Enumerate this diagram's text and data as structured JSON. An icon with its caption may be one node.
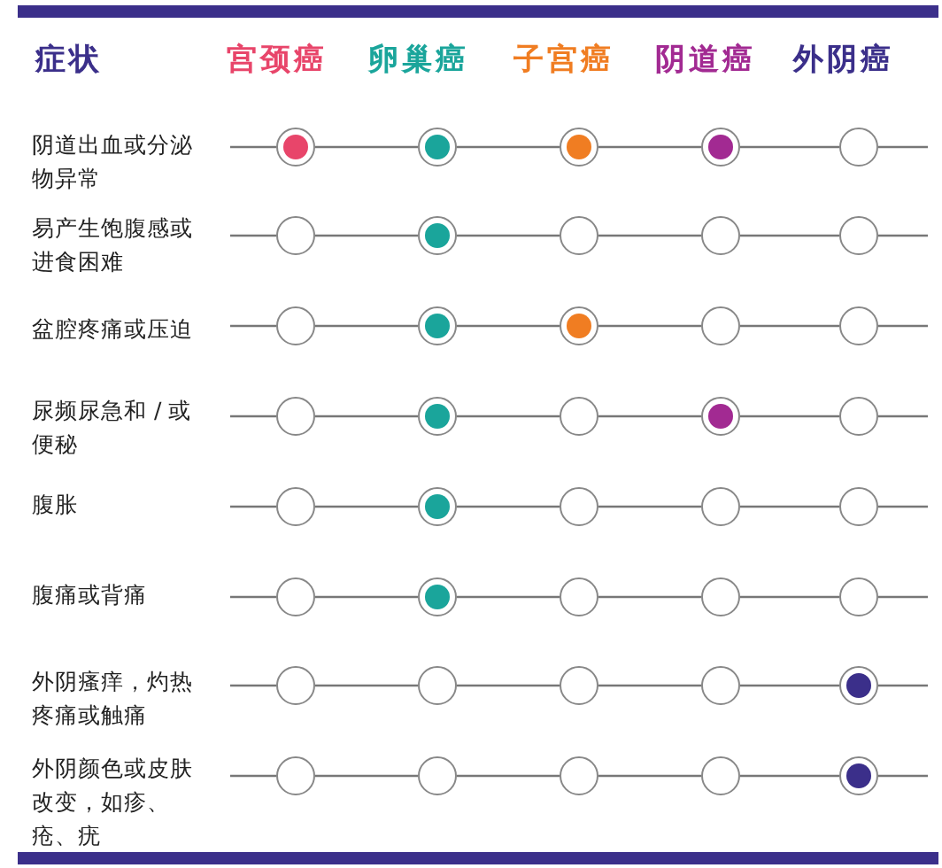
{
  "diagram": {
    "nodes": [
      {
        "text": [],
        "shape": "dot"
      },
      {
        "text": [],
        "shape": "dot"
      },
      {
        "text": [],
        "shape": "dot"
      },
      {
        "text": [],
        "shape": "dot"
      },
      {
        "text": [],
        "shape": "circle"
      },
      {
        "text": [],
        "shape": "circle"
      },
      {
        "text": [],
        "shape": "dot"
      },
      {
        "text": [],
        "shape": "circle"
      },
      {
        "text": [],
        "shape": "circle"
      },
      {
        "text": [],
        "shape": "circle"
      },
      {
        "text": [],
        "shape": "circle"
      },
      {
        "text": [],
        "shape": "dot"
      },
      {
        "text": [],
        "shape": "dot"
      },
      {
        "text": [],
        "shape": "circle"
      },
      {
        "text": [],
        "shape": "circle"
      },
      {
        "text": [],
        "shape": "circle"
      },
      {
        "text": [],
        "shape": "dot"
      },
      {
        "text": [],
        "shape": "circle"
      },
      {
        "text": [],
        "shape": "dot"
      },
      {
        "text": [],
        "shape": "circle"
      },
      {
        "text": [],
        "shape": "circle"
      },
      {
        "text": [],
        "shape": "dot"
      },
      {
        "text": [],
        "shape": "circle"
      },
      {
        "text": [],
        "shape": "circle"
      },
      {
        "text": [],
        "shape": "circle"
      },
      {
        "text": [],
        "shape": "circle"
      },
      {
        "text": [],
        "shape": "dot"
      },
      {
        "text": [],
        "shape": "circle"
      },
      {
        "text": [],
        "shape": "circle"
      },
      {
        "text": [],
        "shape": "circle"
      },
      {
        "text": [],
        "shape": "circle"
      },
      {
        "text": [],
        "shape": "circle"
      },
      {
        "text": [],
        "shape": "circle"
      },
      {
        "text": [],
        "shape": "circle"
      },
      {
        "text": [],
        "shape": "dot"
      },
      {
        "text": [],
        "shape": "circle"
      },
      {
        "text": [],
        "shape": "circle"
      },
      {
        "text": [],
        "shape": "circle"
      },
      {
        "text": [],
        "shape": "circle"
      },
      {
        "text": [],
        "shape": "dot"
      }
    ],
    "edges": [
      {
        "from": null,
        "to": 0,
        "arrow": "none"
      },
      {
        "from": 0,
        "to": 1,
        "arrow": "none"
      },
      {
        "from": 1,
        "to": 2,
        "arrow": "none"
      },
      {
        "from": 2,
        "to": 3,
        "arrow": "none"
      },
      {
        "from": 3,
        "to": 4,
        "arrow": "none"
      },
      {
        "from": 4,
        "to": null,
        "arrow": "none"
      },
      {
        "from": null,
        "to": 5,
        "arrow": "none"
      },
      {
        "from": 5,
        "to": 6,
        "arrow": "none"
      },
      {
        "from": 6,
        "to": 7,
        "arrow": "none"
      },
      {
        "from": 7,
        "to": 8,
        "arrow": "none"
      },
      {
        "from": 8,
        "to": 9,
        "arrow": "none"
      },
      {
        "from": 9,
        "to": null,
        "arrow": "none"
      },
      {
        "from": null,
        "to": 10,
        "arrow": "none"
      },
      {
        "from": 10,
        "to": 11,
        "arrow": "none"
      },
      {
        "from": 11,
        "to": 12,
        "arrow": "none"
      },
      {
        "from": 12,
        "to": 13,
        "arrow": "none"
      },
      {
        "from": 13,
        "to": 14,
        "arrow": "none"
      },
      {
        "from": 14,
        "to": null,
        "arrow": "none"
      },
      {
        "from": null,
        "to": 15,
        "arrow": "none"
      },
      {
        "from": 15,
        "to": 16,
        "arrow": "none"
      },
      {
        "from": 16,
        "to": 17,
        "arrow": "none"
      },
      {
        "from": 17,
        "to": 18,
        "arrow": "none"
      },
      {
        "from": 18,
        "to": 19,
        "arrow": "none"
      },
      {
        "from": 19,
        "to": null,
        "arrow": "none"
      },
      {
        "from": null,
        "to": 20,
        "arrow": "none"
      },
      {
        "from": 20,
        "to": 21,
        "arrow": "none"
      },
      {
        "from": 21,
        "to": 22,
        "arrow": "none"
      },
      {
        "from": 22,
        "to": 23,
        "arrow": "none"
      },
      {
        "from": 23,
        "to": 24,
        "arrow": "none"
      },
      {
        "from": 24,
        "to": null,
        "arrow": "none"
      },
      {
        "from": null,
        "to": 25,
        "arrow": "none"
      },
      {
        "from": 25,
        "to": 26,
        "arrow": "none"
      },
      {
        "from": 26,
        "to": 27,
        "arrow": "none"
      },
      {
        "from": 27,
        "to": 28,
        "arrow": "none"
      },
      {
        "from": 28,
        "to": 29,
        "arrow": "none"
      },
      {
        "from": 29,
        "to": null,
        "arrow": "none"
      },
      {
        "from": null,
        "to": 30,
        "arrow": "none"
      },
      {
        "from": 30,
        "to": 31,
        "arrow": "none"
      },
      {
        "from": 31,
        "to": 32,
        "arrow": "none"
      },
      {
        "from": 32,
        "to": 33,
        "arrow": "none"
      },
      {
        "from": 33,
        "to": 34,
        "arrow": "none"
      },
      {
        "from": 34,
        "to": null,
        "arrow": "none"
      },
      {
        "from": null,
        "to": 35,
        "arrow": "none"
      },
      {
        "from": 35,
        "to": 36,
        "arrow": "none"
      },
      {
        "from": 36,
        "to": 37,
        "arrow": "none"
      },
      {
        "from": 37,
        "to": 38,
        "arrow": "none"
      },
      {
        "from": 38,
        "to": 39,
        "arrow": "none"
      },
      {
        "from": 39,
        "to": null,
        "arrow": "none"
      }
    ],
    "labels": [
      "症状",
      "宫颈癌",
      "卵巢癌",
      "子宫癌",
      "阴道癌",
      "外阴癌",
      "阴道出血或分泌物异常",
      "易产生饱腹感或进食困难",
      "盆腔疼痛或压迫",
      "尿频尿急和 / 或便秘",
      "腹胀",
      "腹痛或背痛",
      "外阴瘙痒，灼热疼痛或触痛",
      "外阴颜色或皮肤改变，如疹、疮、疣"
    ]
  }
}
